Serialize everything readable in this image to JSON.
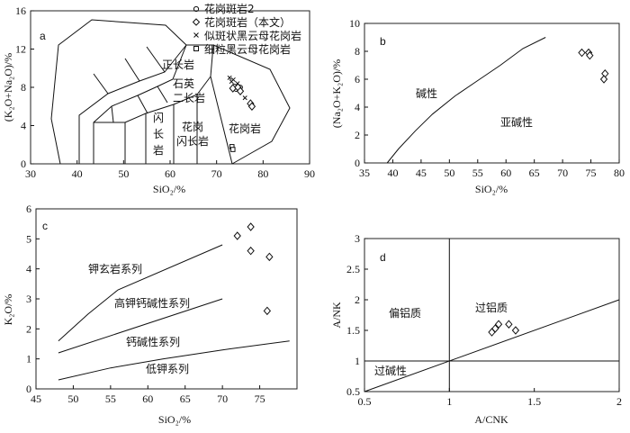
{
  "chart_data": [
    {
      "panel": "a",
      "type": "scatter",
      "xlabel": "SiO₂/%",
      "ylabel": "(K₂O+Na₂O)/%",
      "xlim": [
        30,
        90
      ],
      "ylim": [
        0,
        16
      ],
      "xticks": [
        "30",
        "40",
        "50",
        "60",
        "70",
        "80",
        "90"
      ],
      "yticks": [
        "0",
        "4",
        "8",
        "12",
        "16"
      ],
      "legend": {
        "placement": "top-center",
        "items": [
          {
            "marker": "circle",
            "label": "花岗斑岩2"
          },
          {
            "marker": "diamond",
            "label": "花岗斑岩（本文）"
          },
          {
            "marker": "cross",
            "label": "似斑状黑云母花岗岩"
          },
          {
            "marker": "square",
            "label": "细粒黑云母花岗岩"
          }
        ]
      },
      "field_labels": [
        "正长岩",
        "石英",
        "二长岩",
        "闪",
        "长",
        "岩",
        "花岗",
        "闪长岩",
        "花岗岩"
      ],
      "series": [
        {
          "marker": "circle",
          "points": [
            [
              74.6,
              7.9
            ],
            [
              74.9,
              7.7
            ],
            [
              73.8,
              8.1
            ],
            [
              75.1,
              8.0
            ],
            [
              74.2,
              7.8
            ]
          ]
        },
        {
          "marker": "diamond",
          "points": [
            [
              73.5,
              7.9
            ],
            [
              74.6,
              8.0
            ],
            [
              75.1,
              7.6
            ],
            [
              77.3,
              6.3
            ],
            [
              77.6,
              6.0
            ]
          ]
        },
        {
          "marker": "cross",
          "points": [
            [
              72.8,
              9.0
            ],
            [
              73.2,
              8.6
            ],
            [
              73.6,
              8.8
            ],
            [
              74.5,
              8.4
            ],
            [
              76.1,
              6.9
            ]
          ]
        },
        {
          "marker": "square",
          "points": [
            [
              73.3,
              1.8
            ],
            [
              73.5,
              1.5
            ]
          ]
        }
      ]
    },
    {
      "panel": "b",
      "type": "scatter",
      "xlabel": "SiO₂/%",
      "ylabel": "(Na₂O+K₂O)/%",
      "xlim": [
        35,
        80
      ],
      "ylim": [
        0,
        10
      ],
      "xticks": [
        "35",
        "40",
        "45",
        "50",
        "55",
        "60",
        "65",
        "70",
        "75",
        "80"
      ],
      "yticks": [
        "0",
        "2",
        "4",
        "6",
        "8",
        "10"
      ],
      "field_labels": [
        "碱性",
        "亚碱性"
      ],
      "divider": [
        [
          39,
          0
        ],
        [
          41,
          1.0
        ],
        [
          44,
          2.3
        ],
        [
          47,
          3.5
        ],
        [
          51,
          4.8
        ],
        [
          55,
          5.9
        ],
        [
          59,
          7.0
        ],
        [
          63,
          8.2
        ],
        [
          67,
          9.0
        ]
      ],
      "series": [
        {
          "marker": "diamond",
          "points": [
            [
              73.4,
              7.9
            ],
            [
              74.6,
              7.9
            ],
            [
              74.8,
              7.7
            ],
            [
              77.5,
              6.4
            ],
            [
              77.3,
              6.0
            ]
          ]
        }
      ]
    },
    {
      "panel": "c",
      "type": "scatter",
      "xlabel": "SiO₂/%",
      "ylabel": "K₂O/%",
      "xlim": [
        45,
        80
      ],
      "ylim": [
        0,
        6
      ],
      "xticks": [
        "45",
        "50",
        "55",
        "60",
        "65",
        "70",
        "75"
      ],
      "yticks": [
        "0",
        "1",
        "2",
        "3",
        "4",
        "5",
        "6"
      ],
      "field_labels": [
        "钾玄岩系列",
        "高钾钙碱性系列",
        "钙碱性系列",
        "低钾系列"
      ],
      "lines": [
        [
          [
            48,
            1.6
          ],
          [
            52,
            2.5
          ],
          [
            56,
            3.3
          ],
          [
            70,
            4.8
          ]
        ],
        [
          [
            48,
            1.2
          ],
          [
            70,
            3.0
          ]
        ],
        [
          [
            48,
            0.3
          ],
          [
            55,
            0.7
          ],
          [
            62,
            1.0
          ],
          [
            70,
            1.3
          ],
          [
            79,
            1.6
          ]
        ]
      ],
      "series": [
        {
          "marker": "diamond",
          "points": [
            [
              72.0,
              5.1
            ],
            [
              73.8,
              5.4
            ],
            [
              73.8,
              4.6
            ],
            [
              76.3,
              4.4
            ],
            [
              76.0,
              2.6
            ]
          ]
        }
      ]
    },
    {
      "panel": "d",
      "type": "scatter",
      "xlabel": "A/CNK",
      "ylabel": "A/NK",
      "xlim": [
        0.5,
        2
      ],
      "ylim": [
        0.5,
        3
      ],
      "xticks": [
        "0.5",
        "1",
        "1.5",
        "2"
      ],
      "yticks": [
        "0.5",
        "1",
        "1.5",
        "2",
        "2.5",
        "3"
      ],
      "field_labels": [
        "偏铝质",
        "过铝质",
        "过碱性"
      ],
      "lines": [
        [
          [
            1,
            0.5
          ],
          [
            1,
            3
          ]
        ],
        [
          [
            0.5,
            1
          ],
          [
            2,
            1
          ]
        ],
        [
          [
            0.5,
            0.5
          ],
          [
            2,
            2
          ]
        ]
      ],
      "series": [
        {
          "marker": "diamond",
          "points": [
            [
              1.25,
              1.47
            ],
            [
              1.27,
              1.53
            ],
            [
              1.29,
              1.6
            ],
            [
              1.35,
              1.6
            ],
            [
              1.39,
              1.5
            ]
          ]
        }
      ]
    }
  ]
}
